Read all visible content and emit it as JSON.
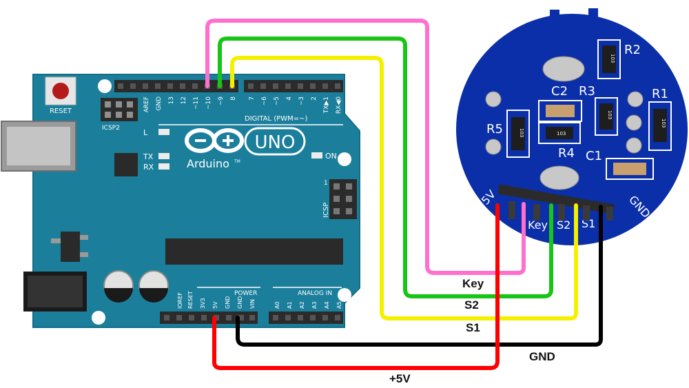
{
  "arduino": {
    "reset_label": "RESET",
    "icsp2_label": "ICSP2",
    "icsp_label": "ICSP",
    "aref_label": "AREF",
    "gnd_label": "GND",
    "digital_label": "DIGITAL (PWM=~)",
    "pin_labels_top": [
      "13",
      "12",
      "~11",
      "~10",
      "~9",
      "8"
    ],
    "pin_labels_top2": [
      "7",
      "~6",
      "~5",
      "4",
      "~3",
      "2",
      "TX▶1",
      "RX◀0"
    ],
    "led_l": "L",
    "led_tx": "TX",
    "led_rx": "RX",
    "on_label": "ON",
    "brand": "Arduino",
    "tm": "TM",
    "model": "UNO",
    "icsp_pin1": "1",
    "power_label": "POWER",
    "analog_label": "ANALOG IN",
    "power_pins": [
      "IOREF",
      "RESET",
      "3V3",
      "5V",
      "GND",
      "GND",
      "VIN"
    ],
    "analog_pins": [
      "A0",
      "A1",
      "A2",
      "A3",
      "A4",
      "A5"
    ]
  },
  "encoder": {
    "pin_labels": [
      "5V",
      "Key",
      "S2",
      "S1",
      "GND"
    ],
    "components": [
      "R2",
      "R3",
      "R1",
      "C2",
      "R5",
      "R4",
      "C1"
    ],
    "smd_marking": "103"
  },
  "wires": {
    "key": {
      "label": "Key",
      "color": "#ff6fcf"
    },
    "s2": {
      "label": "S2",
      "color": "#16c516"
    },
    "s1": {
      "label": "S1",
      "color": "#f5f000"
    },
    "gnd": {
      "label": "GND",
      "color": "#000000"
    },
    "vcc": {
      "label": "+5V",
      "color": "#ff0000"
    }
  },
  "colors": {
    "board": "#1b7f9c",
    "board_edge": "#136c86",
    "encoder_pcb": "#0a2fa8",
    "header": "#2b2b2b"
  }
}
